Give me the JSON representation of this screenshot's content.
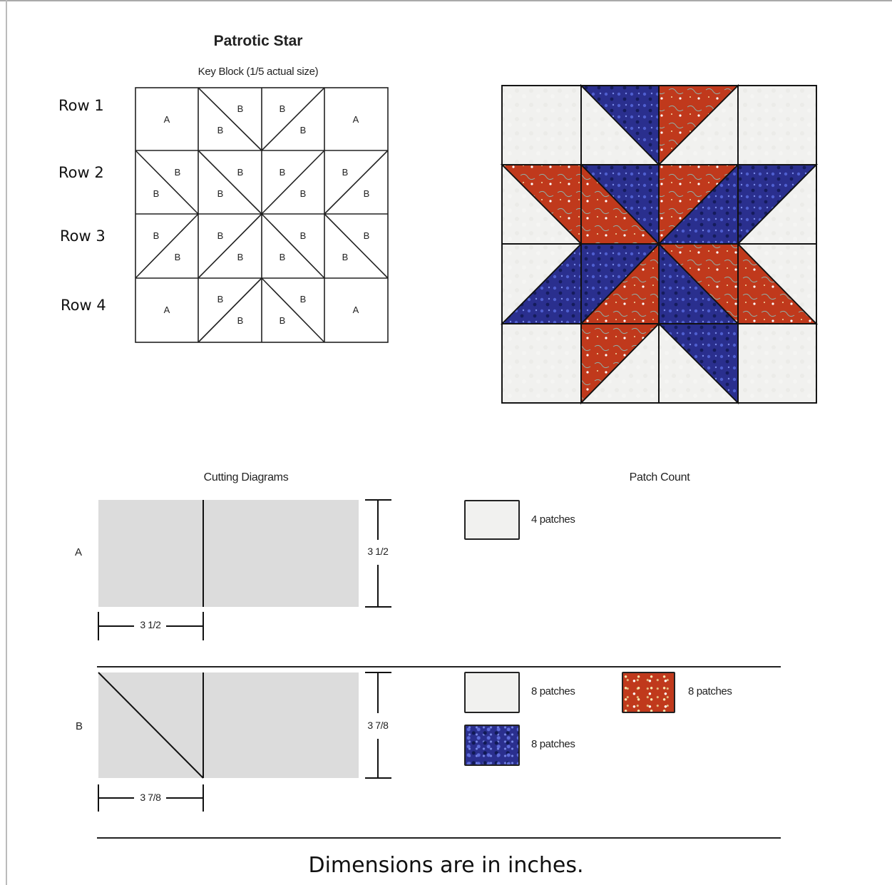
{
  "title": "Patrotic Star",
  "subtitle": "Key Block (1/5 actual size)",
  "rows": [
    "Row 1",
    "Row 2",
    "Row 3",
    "Row 4"
  ],
  "key_letters": {
    "a": "A",
    "b": "B"
  },
  "cutting": {
    "heading": "Cutting Diagrams",
    "a_label": "A",
    "a_width": "3 1/2",
    "a_height": "3 1/2",
    "b_label": "B",
    "b_width": "3 7/8",
    "b_height": "3 7/8"
  },
  "patch_count": {
    "heading": "Patch Count",
    "a_white": "4 patches",
    "b_white": "8 patches",
    "b_red": "8 patches",
    "b_blue": "8 patches"
  },
  "colors": {
    "white_fabric": "#f1f1ef",
    "red_fabric": "#c0391c",
    "blue_fabric": "#2a2f8e",
    "cut_fill": "#dcdcdc"
  },
  "footer": "Dimensions are in inches."
}
